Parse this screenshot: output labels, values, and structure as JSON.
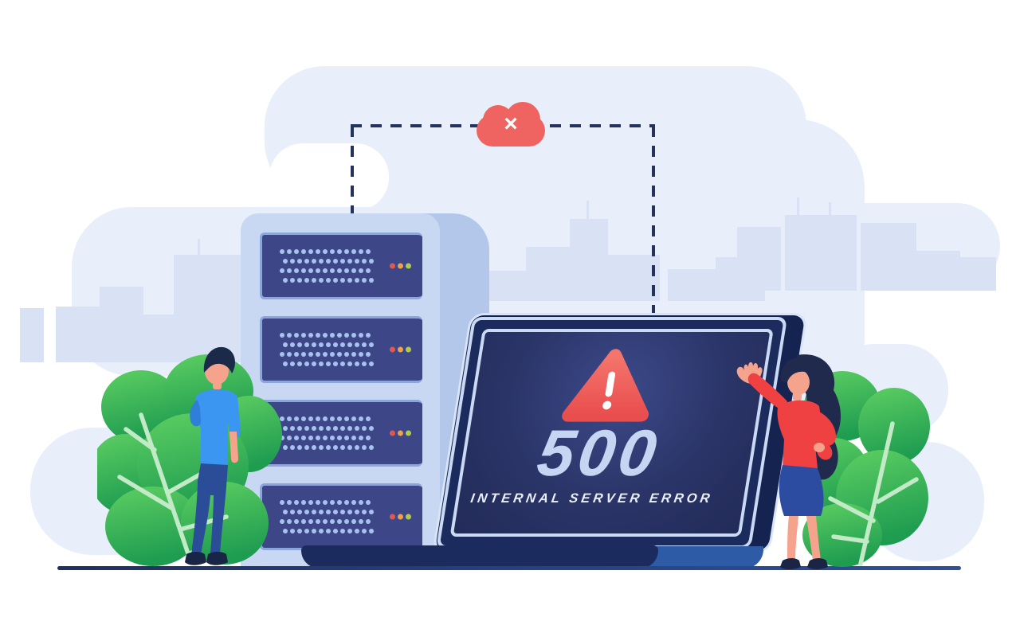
{
  "screen": {
    "error_code": "500",
    "error_message": "INTERNAL SERVER ERROR",
    "warning_mark": "!"
  },
  "cloud": {
    "symbol": "×"
  },
  "server_rack": {
    "units": 4,
    "vent_rows": 4,
    "vent_cols": 13,
    "unit_gap": 105,
    "led_colors": [
      "#E4584C",
      "#F0A04B",
      "#AFCB49"
    ]
  },
  "colors": {
    "cloud_red": "#EF6461",
    "warning_red": "#E94E4E",
    "screen_navy": "#222B58",
    "laptop_frame": "#1B2B5E",
    "laptop_back_blue": "#2E5BA6",
    "blob_blue": "#E8EFFA",
    "skyline_blue": "#D8E2F4",
    "rack_front": "#C9D8F2",
    "rack_side": "#B3C7EB",
    "server_navy": "#3D4787",
    "vent_dot_blue": "#A7C2EF",
    "dash_navy": "#25325E",
    "ground_navy": "#20305F",
    "error_code_text": "#C6D5F2",
    "error_message_text": "#E9EFFB",
    "plant_green_light": "#5ECF62",
    "plant_green_dark": "#1E9C50",
    "shirt_blue": "#3B96F2",
    "top_red": "#EF4141",
    "skirt_blue": "#2B4CA0",
    "pants_navy": "#2B4C96",
    "skin": "#F6A38E",
    "hair_navy": "#1C2A4A"
  }
}
